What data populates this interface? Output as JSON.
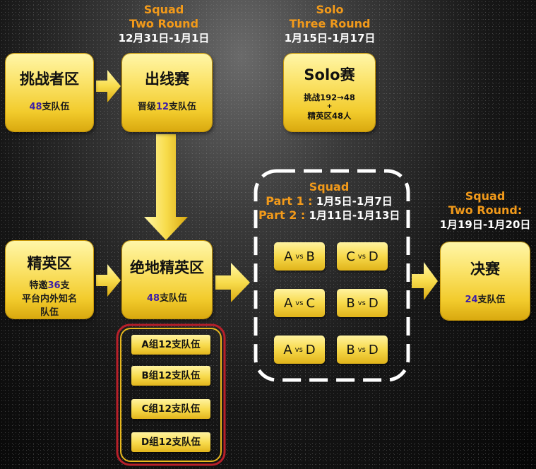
{
  "colors": {
    "accent_orange": "#f29a1a",
    "number_purple": "#3d1fa8",
    "box_gold": "#f2cb2c",
    "dashed_border": "#ffffff",
    "group_border_red": "#b8202a"
  },
  "labels": {
    "qualifier": {
      "line1": "Squad",
      "line2": "Two Round",
      "date": "12月31日-1月1日"
    },
    "solo": {
      "line1": "Solo",
      "line2": "Three Round",
      "date": "1月15日-1月17日"
    },
    "group_stage": {
      "line1": "Squad",
      "part1_label": "Part 1 :",
      "part1_date": "1月5日-1月7日",
      "part2_label": "Part 2 :",
      "part2_date": "1月11日-1月13日"
    },
    "final": {
      "line1": "Squad",
      "line2": "Two Round:",
      "date": "1月19日-1月20日"
    }
  },
  "boxes": {
    "challenger": {
      "title": "挑战者区",
      "count": "48",
      "suffix": "支队伍"
    },
    "qualifier": {
      "title": "出线赛",
      "prefix": "晋级",
      "count": "12",
      "suffix": "支队伍"
    },
    "solo": {
      "title": "Solo赛",
      "line1": "挑战192→48",
      "plus": "+",
      "line2": "精英区48人"
    },
    "elite": {
      "title": "精英区",
      "prefix": "特邀",
      "count": "36",
      "suffix": "支",
      "line2": "平台内外知名",
      "line3": "队伍"
    },
    "jedi": {
      "title": "绝地精英区",
      "count": "48",
      "suffix": "支队伍"
    },
    "final": {
      "title": "决赛",
      "count": "24",
      "suffix": "支队伍"
    }
  },
  "matches": [
    {
      "a": "A",
      "vs": "vs",
      "b": "B"
    },
    {
      "a": "C",
      "vs": "vs",
      "b": "D"
    },
    {
      "a": "A",
      "vs": "vs",
      "b": "C"
    },
    {
      "a": "B",
      "vs": "vs",
      "b": "D"
    },
    {
      "a": "A",
      "vs": "vs",
      "b": "D"
    },
    {
      "a": "B",
      "vs": "vs",
      "b": "D"
    }
  ],
  "groups": [
    "A组12支队伍",
    "B组12支队伍",
    "C组12支队伍",
    "D组12支队伍"
  ]
}
